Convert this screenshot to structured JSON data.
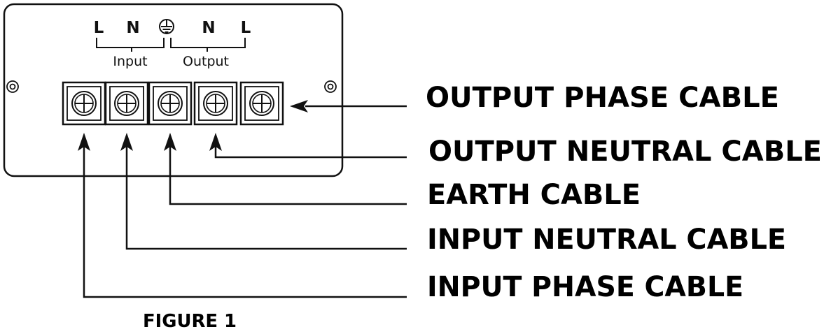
{
  "panel": {
    "terminal_letters": [
      "L",
      "N",
      "N",
      "L"
    ],
    "earth_symbol": "earth-ground-icon",
    "input_label": "Input",
    "output_label": "Output",
    "terminal_count": 5
  },
  "callouts": [
    {
      "id": "output-phase-cable",
      "label": "OUTPUT PHASE CABLE"
    },
    {
      "id": "output-neutral-cable",
      "label": "OUTPUT NEUTRAL CABLE"
    },
    {
      "id": "earth-cable",
      "label": "EARTH CABLE"
    },
    {
      "id": "input-neutral-cable",
      "label": "INPUT NEUTRAL CABLE"
    },
    {
      "id": "input-phase-cable",
      "label": "INPUT PHASE CABLE"
    }
  ],
  "caption": "FIGURE 1",
  "colors": {
    "ink": "#111111",
    "background": "#ffffff"
  }
}
